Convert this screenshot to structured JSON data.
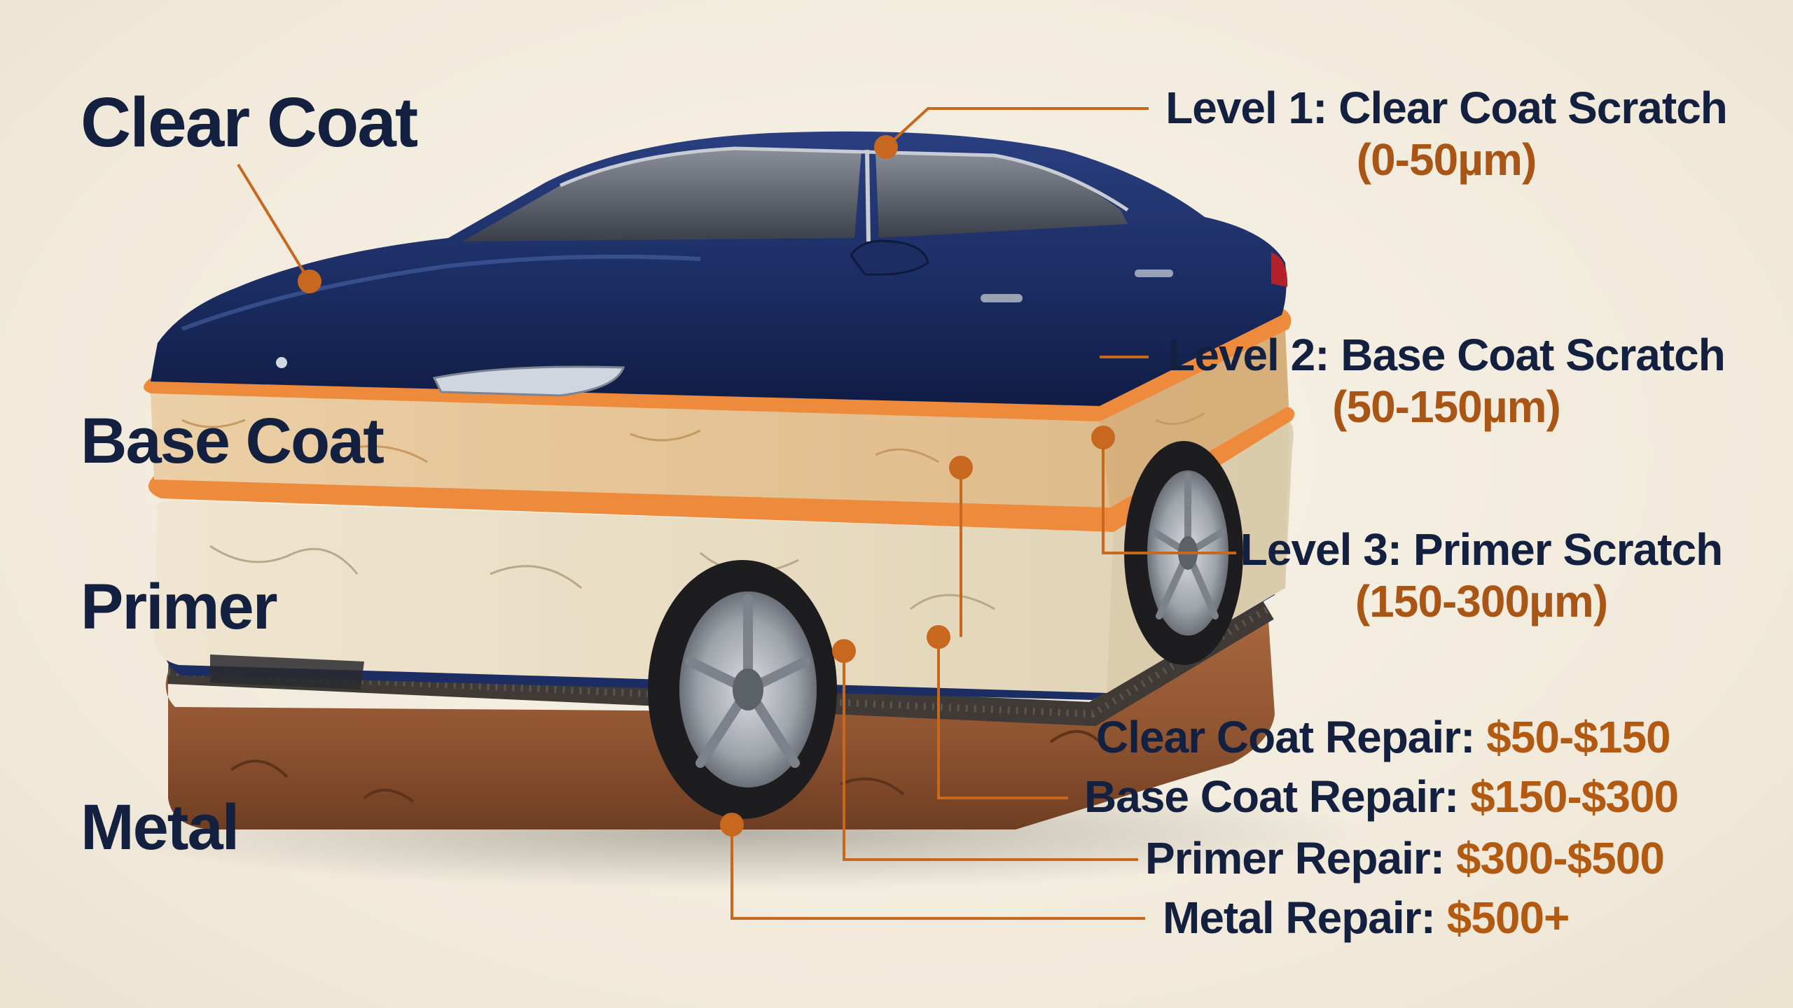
{
  "layers": {
    "clear_coat": "Clear Coat",
    "base_coat": "Base Coat",
    "primer": "Primer",
    "metal": "Metal"
  },
  "levels": [
    {
      "title": "Level 1: Clear Coat Scratch",
      "range": "(0-50µm)"
    },
    {
      "title": "Level 2: Base Coat Scratch",
      "range": "(50-150µm)"
    },
    {
      "title": "Level 3: Primer Scratch",
      "range": "(150-300µm)"
    }
  ],
  "costs": [
    {
      "label": "Clear Coat Repair: ",
      "price": "$50-$150"
    },
    {
      "label": "Base Coat Repair: ",
      "price": "$150-$300"
    },
    {
      "label": "Primer Repair: ",
      "price": "$300-$500"
    },
    {
      "label": "Metal Repair: ",
      "price": "$500+"
    }
  ],
  "colors": {
    "navy_text": "#14203f",
    "accent_orange": "#c8681f",
    "car_body": "#1b2d63",
    "base_coat_layer": "#e6c9a0",
    "primer_layer": "#eadfc8",
    "metal_layer": "#9b5f3a"
  }
}
